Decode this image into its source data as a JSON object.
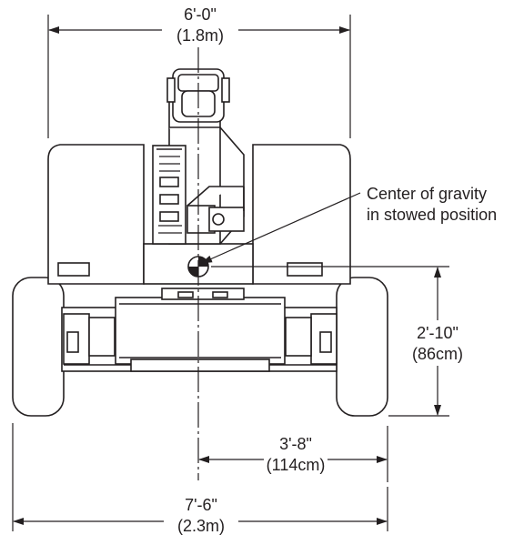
{
  "dimensions": {
    "overall_width_top": {
      "imperial": "6'-0\"",
      "metric": "(1.8m)"
    },
    "height": {
      "imperial": "2'-10\"",
      "metric": "(86cm)"
    },
    "center_offset": {
      "imperial": "3'-8\"",
      "metric": "(114cm)"
    },
    "overall_width_bottom": {
      "imperial": "7'-6\"",
      "metric": "(2.3m)"
    }
  },
  "callout": {
    "line1": "Center of gravity",
    "line2": "in stowed position"
  },
  "colors": {
    "ink": "#231f20",
    "background": "#ffffff"
  }
}
